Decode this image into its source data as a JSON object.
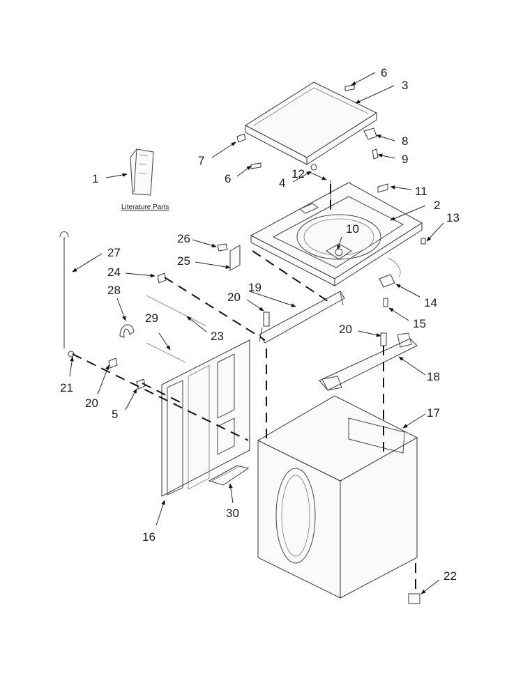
{
  "literature_caption": "Literature Parts",
  "callouts": [
    {
      "id": "c1",
      "label": "1"
    },
    {
      "id": "c2",
      "label": "2"
    },
    {
      "id": "c3",
      "label": "3"
    },
    {
      "id": "c4",
      "label": "4"
    },
    {
      "id": "c5",
      "label": "5"
    },
    {
      "id": "c6a",
      "label": "6"
    },
    {
      "id": "c6b",
      "label": "6"
    },
    {
      "id": "c7",
      "label": "7"
    },
    {
      "id": "c8",
      "label": "8"
    },
    {
      "id": "c9",
      "label": "9"
    },
    {
      "id": "c10",
      "label": "10"
    },
    {
      "id": "c11",
      "label": "11"
    },
    {
      "id": "c12",
      "label": "12"
    },
    {
      "id": "c13",
      "label": "13"
    },
    {
      "id": "c14",
      "label": "14"
    },
    {
      "id": "c15",
      "label": "15"
    },
    {
      "id": "c16",
      "label": "16"
    },
    {
      "id": "c17",
      "label": "17"
    },
    {
      "id": "c18",
      "label": "18"
    },
    {
      "id": "c19",
      "label": "19"
    },
    {
      "id": "c20a",
      "label": "20"
    },
    {
      "id": "c20b",
      "label": "20"
    },
    {
      "id": "c20c",
      "label": "20"
    },
    {
      "id": "c21",
      "label": "21"
    },
    {
      "id": "c22",
      "label": "22"
    },
    {
      "id": "c23",
      "label": "23"
    },
    {
      "id": "c24",
      "label": "24"
    },
    {
      "id": "c25",
      "label": "25"
    },
    {
      "id": "c26",
      "label": "26"
    },
    {
      "id": "c27",
      "label": "27"
    },
    {
      "id": "c28",
      "label": "28"
    },
    {
      "id": "c29",
      "label": "29"
    },
    {
      "id": "c30",
      "label": "30"
    }
  ]
}
